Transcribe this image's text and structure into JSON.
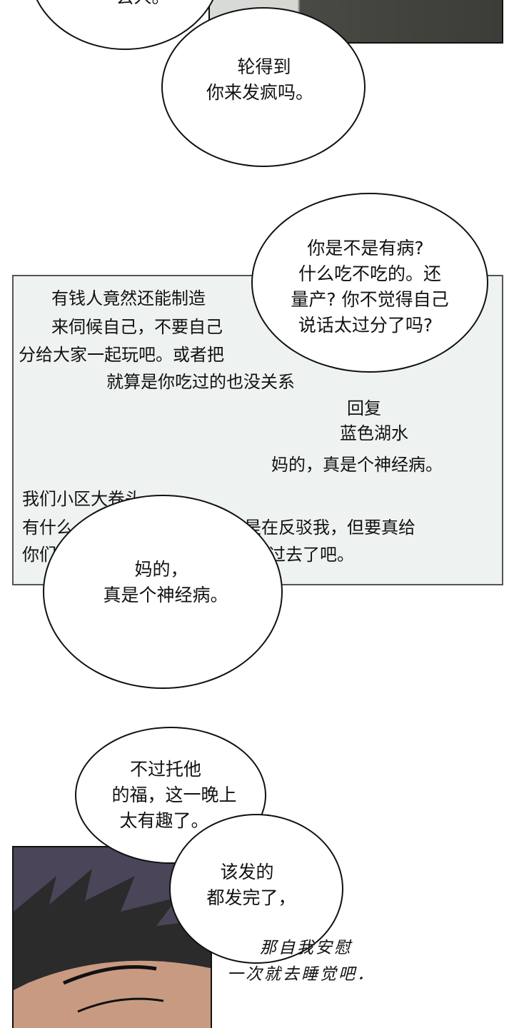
{
  "bubbles": {
    "top_partial": "丢人。",
    "b1": [
      "轮得到",
      "你来发疯吗。"
    ],
    "b2": [
      "你是不是有病?",
      "什么吃不吃的。还",
      "量产? 你不觉得自己",
      "说话太过分了吗?"
    ],
    "b3": [
      "妈的，",
      "真是个神经病。"
    ],
    "b4": [
      "不过托他",
      "的福，这一晚上",
      "太有趣了。"
    ],
    "b5": [
      "该发的",
      "都发完了，"
    ]
  },
  "post": {
    "comment_lines": [
      "有钱人竟然还能制造",
      "来伺候自己，不要自己",
      "分给大家一起玩吧。或者把",
      "就算是你吃过的也没关系"
    ],
    "reply_label": "回复",
    "reply_user": "蓝色湖水",
    "reply_text": "妈的，真是个神经病。",
    "lower_lines": [
      "我们小区大卷头",
      "有什么",
      "是在反驳我，但要真给",
      "你们",
      "过去了吧。"
    ]
  },
  "handwritten": [
    "那自我安慰",
    "一次就去睡觉吧．"
  ],
  "colors": {
    "panel_bg": "#eef2f0",
    "night_bg": "#4a4558",
    "hair": "#2b2b2b",
    "skin": "#c99a82"
  }
}
